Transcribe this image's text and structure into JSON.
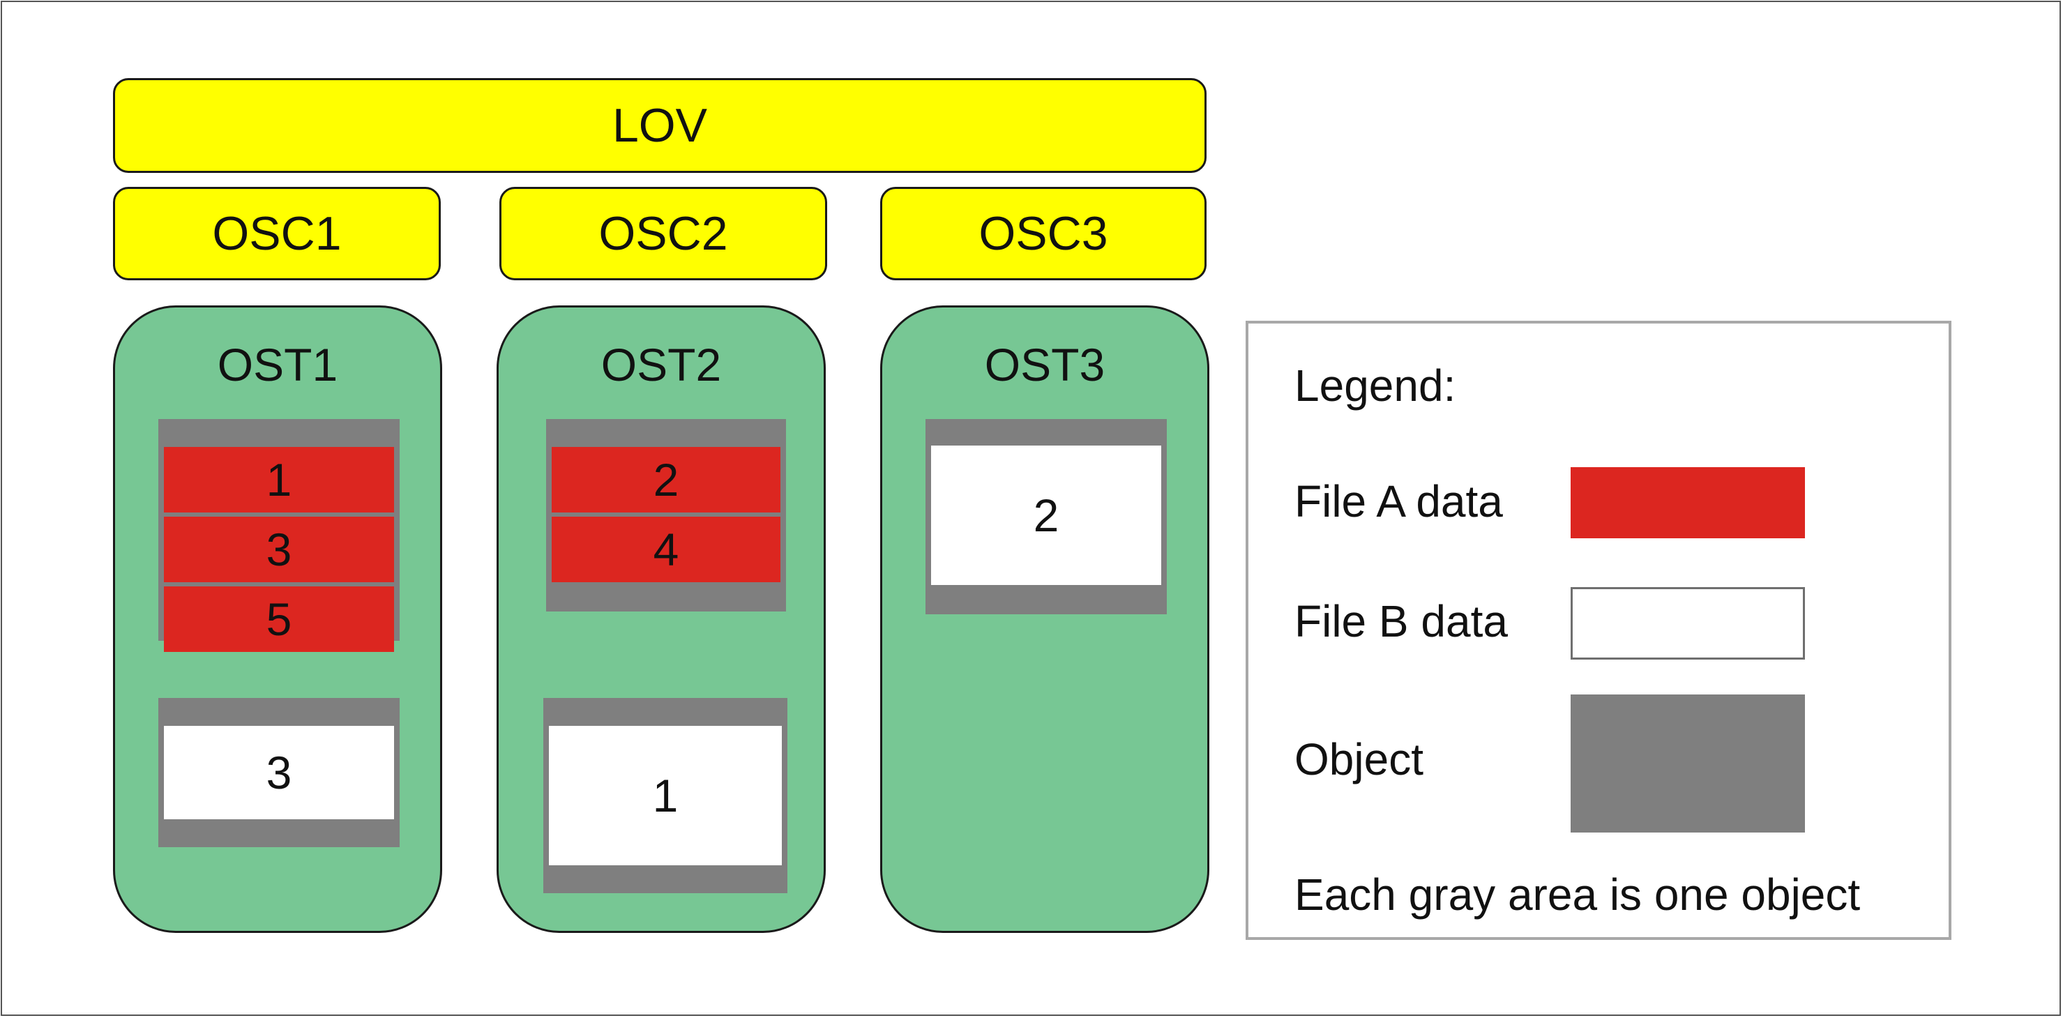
{
  "top": {
    "lov": "LOV"
  },
  "clients": [
    "OSC1",
    "OSC2",
    "OSC3"
  ],
  "targets": [
    {
      "name": "OST1",
      "objects": [
        {
          "chunks": [
            {
              "label": "1",
              "file": "A"
            },
            {
              "label": "3",
              "file": "A"
            },
            {
              "label": "5",
              "file": "A"
            }
          ]
        },
        {
          "chunks": [
            {
              "label": "3",
              "file": "B"
            }
          ]
        }
      ]
    },
    {
      "name": "OST2",
      "objects": [
        {
          "chunks": [
            {
              "label": "2",
              "file": "A"
            },
            {
              "label": "4",
              "file": "A"
            }
          ]
        },
        {
          "chunks": [
            {
              "label": "1",
              "file": "B"
            }
          ]
        }
      ]
    },
    {
      "name": "OST3",
      "objects": [
        {
          "chunks": [
            {
              "label": "2",
              "file": "B"
            }
          ]
        }
      ]
    }
  ],
  "legend": {
    "title": "Legend:",
    "file_a": "File A data",
    "file_b": "File B data",
    "object": "Object",
    "note": "Each gray area is one object"
  },
  "colors": {
    "lov_osc_fill": "#ffff00",
    "ost_fill": "#77c794",
    "file_a": "#dc2620",
    "file_b": "#ffffff",
    "object": "#7f7f7f"
  }
}
